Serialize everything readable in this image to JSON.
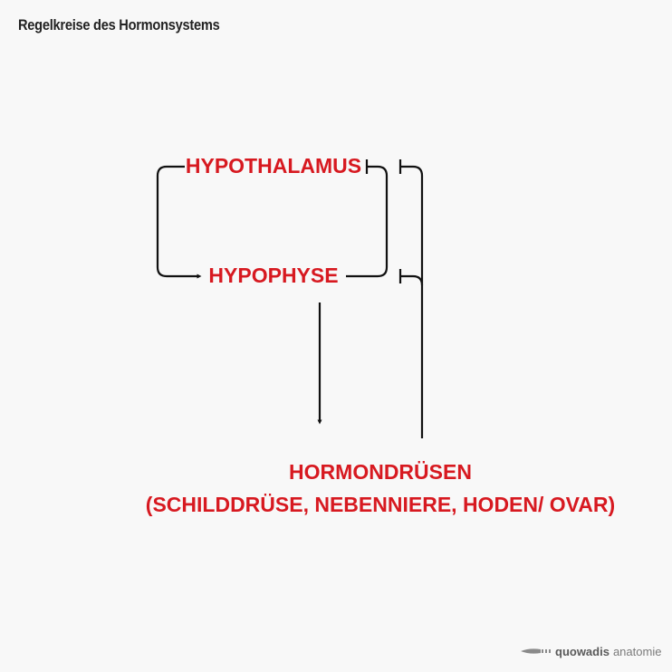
{
  "header": {
    "title": "Regelkreise des Hormonsystems"
  },
  "diagram": {
    "accent_color": "#d71920",
    "line_color": "#111111",
    "nodes": {
      "hypothalamus": "HYPOTHALAMUS",
      "hypophyse": "HYPOPHYSE",
      "hormondruesen": "HORMONDRÜSEN",
      "hormondruesen_detail": "(SCHILDDRÜSE, NEBENNIERE, HODEN/ OVAR)"
    },
    "edges": [
      {
        "from": "hypothalamus",
        "to": "hypophyse",
        "type": "stimulation-arrow"
      },
      {
        "from": "hypophyse",
        "to": "hormondruesen",
        "type": "stimulation-arrow"
      },
      {
        "from": "hypophyse",
        "to": "hypothalamus",
        "type": "inhibition-bar"
      },
      {
        "from": "hormondruesen",
        "to": "hypothalamus",
        "type": "inhibition-bar"
      },
      {
        "from": "hormondruesen",
        "to": "hypophyse",
        "type": "inhibition-bar"
      }
    ]
  },
  "footer": {
    "brand_strong": "quowadis",
    "brand_light": "anatomie",
    "logo_icon": "scalpel-icon"
  }
}
